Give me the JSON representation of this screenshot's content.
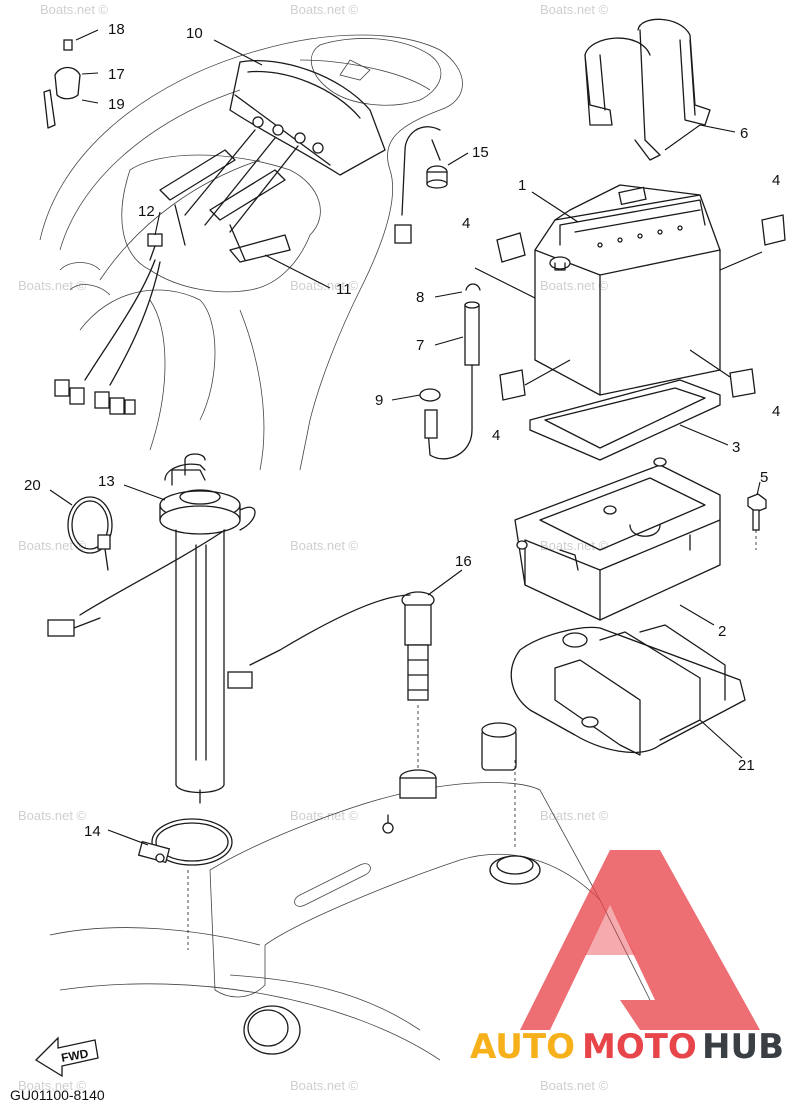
{
  "diagram": {
    "callouts": [
      {
        "id": "c18",
        "text": "18"
      },
      {
        "id": "c17",
        "text": "17"
      },
      {
        "id": "c19",
        "text": "19"
      },
      {
        "id": "c10",
        "text": "10"
      },
      {
        "id": "c15",
        "text": "15"
      },
      {
        "id": "c12",
        "text": "12"
      },
      {
        "id": "c11",
        "text": "11"
      },
      {
        "id": "c1",
        "text": "1"
      },
      {
        "id": "c6",
        "text": "6"
      },
      {
        "id": "c4a",
        "text": "4"
      },
      {
        "id": "c4b",
        "text": "4"
      },
      {
        "id": "c4c",
        "text": "4"
      },
      {
        "id": "c4d",
        "text": "4"
      },
      {
        "id": "c8",
        "text": "8"
      },
      {
        "id": "c7",
        "text": "7"
      },
      {
        "id": "c9",
        "text": "9"
      },
      {
        "id": "c3",
        "text": "3"
      },
      {
        "id": "c5",
        "text": "5"
      },
      {
        "id": "c20",
        "text": "20"
      },
      {
        "id": "c13",
        "text": "13"
      },
      {
        "id": "c16",
        "text": "16"
      },
      {
        "id": "c2",
        "text": "2"
      },
      {
        "id": "c21",
        "text": "21"
      },
      {
        "id": "c14",
        "text": "14"
      }
    ],
    "watermark_text": "Boats.net ©",
    "part_number": "GU01100-8140",
    "fwd_label": "FWD"
  },
  "logo": {
    "word_auto": "AUTO",
    "word_moto": "MOTO",
    "word_hub": "HUB",
    "colors": {
      "auto": "#f5b01a",
      "moto": "#e8454b",
      "hub": "#3a3f44",
      "triangle": "#e8454b"
    }
  }
}
